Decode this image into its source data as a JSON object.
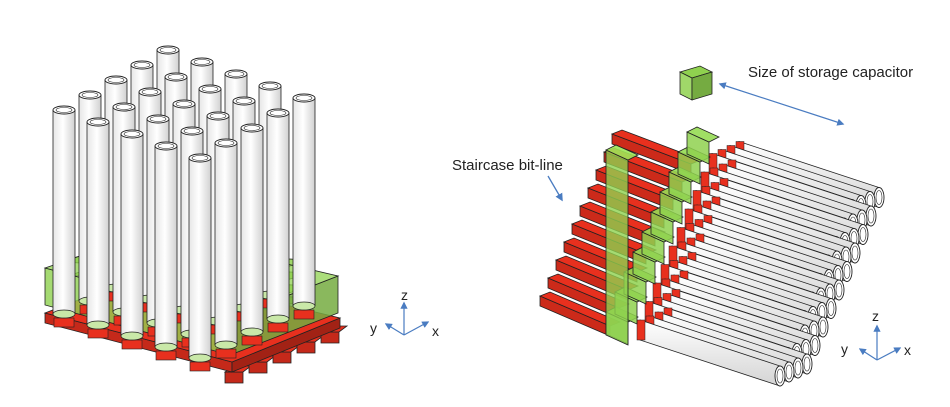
{
  "labels": {
    "staircase_bit_line": "Staircase bit-line",
    "storage_capacitor_size": "Size of storage capacitor"
  },
  "axes": {
    "left": {
      "z": "z",
      "y": "y",
      "x": "x"
    },
    "right": {
      "z": "z",
      "y": "y",
      "x": "x"
    }
  },
  "structures": {
    "left_stack": {
      "capacitor_rows": 5,
      "capacitor_cols": 5
    },
    "right_stack": {
      "layers": 10,
      "capacitors_per_layer": 4
    }
  },
  "colors": {
    "bit_line": "#e8301e",
    "transistor_box": "#8fd14f",
    "capacitor": "#ffffff",
    "outline": "#222222",
    "arrow": "#4a7cc1"
  }
}
